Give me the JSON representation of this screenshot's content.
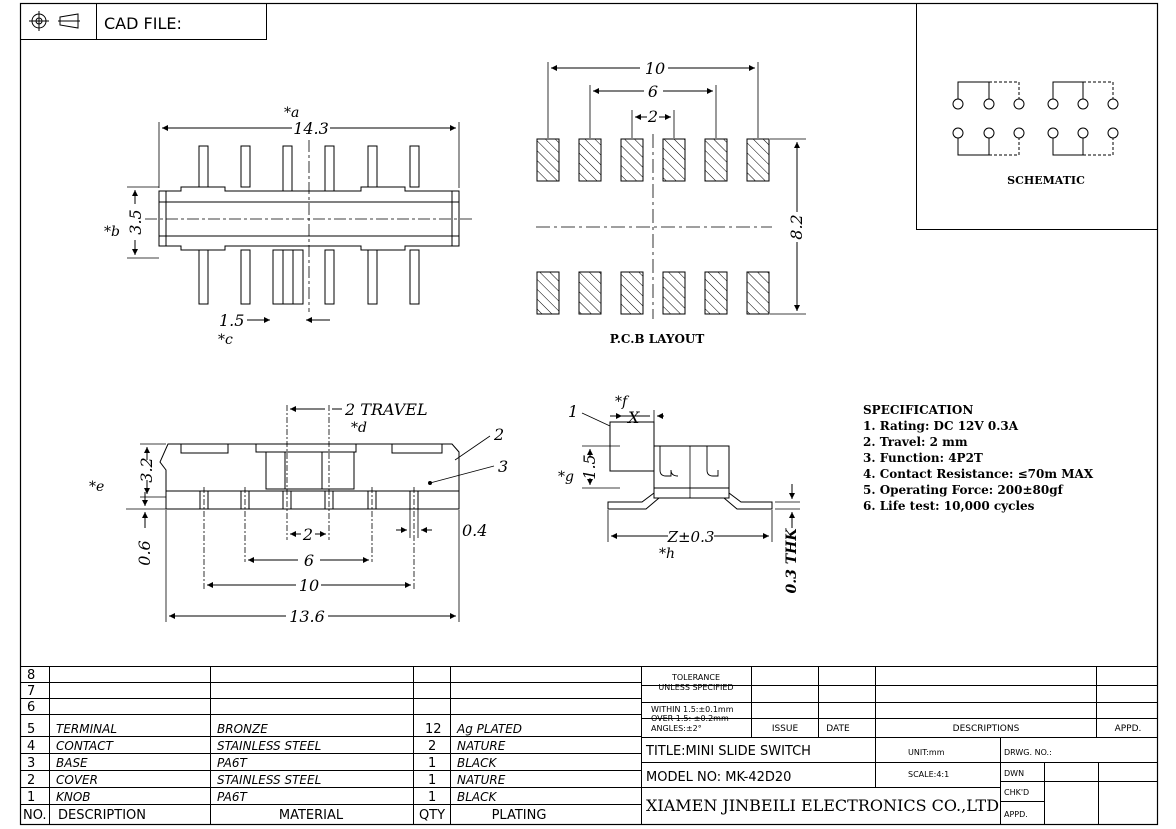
{
  "header": {
    "cad_file_label": "CAD FILE:"
  },
  "top_view": {
    "width_dim": "14.3",
    "width_ref": "*a",
    "height_dim": "3.5",
    "height_ref": "*b",
    "knob_dim": "1.5",
    "knob_ref": "*c"
  },
  "pcb_layout": {
    "title": "P.C.B LAYOUT",
    "dim_outer": "10",
    "dim_middle": "6",
    "dim_pitch": "2",
    "dim_rows": "8.2"
  },
  "schematic": {
    "title": "SCHEMATIC"
  },
  "front_view": {
    "travel": "2 TRAVEL",
    "travel_ref": "*d",
    "height_dim": "3.2",
    "height_ref": "*e",
    "base_dim": "0.6",
    "pin_dim": "0.4",
    "dim_pitch": "2",
    "dim_6": "6",
    "dim_10": "10",
    "dim_overall": "13.6",
    "callout_2": "2",
    "callout_3": "3"
  },
  "side_view": {
    "callout_1": "1",
    "x_ref": "*f",
    "x_label": "X",
    "height_dim": "1.5",
    "height_ref": "*g",
    "z_dim": "Z±0.3",
    "z_ref": "*h",
    "thk": "0.3 THK"
  },
  "specification": {
    "title": "SPECIFICATION",
    "items": [
      "1. Rating: DC 12V 0.3A",
      "2. Travel: 2 mm",
      "3. Function: 4P2T",
      "4. Contact Resistance: ≤70m MAX",
      "5. Operating Force: 200±80gf",
      "6. Life test: 10,000 cycles"
    ]
  },
  "bom": {
    "rows": [
      {
        "no": "8",
        "desc": "",
        "material": "",
        "qty": "",
        "plating": ""
      },
      {
        "no": "7",
        "desc": "",
        "material": "",
        "qty": "",
        "plating": ""
      },
      {
        "no": "6",
        "desc": "",
        "material": "",
        "qty": "",
        "plating": ""
      },
      {
        "no": "5",
        "desc": "TERMINAL",
        "material": "BRONZE",
        "qty": "12",
        "plating": "Ag PLATED"
      },
      {
        "no": "4",
        "desc": "CONTACT",
        "material": "STAINLESS STEEL",
        "qty": "2",
        "plating": "NATURE"
      },
      {
        "no": "3",
        "desc": "BASE",
        "material": "PA6T",
        "qty": "1",
        "plating": "BLACK"
      },
      {
        "no": "2",
        "desc": "COVER",
        "material": "STAINLESS STEEL",
        "qty": "1",
        "plating": "NATURE"
      },
      {
        "no": "1",
        "desc": "KNOB",
        "material": "PA6T",
        "qty": "1",
        "plating": "BLACK"
      }
    ],
    "header": {
      "no": "NO.",
      "desc": "DESCRIPTION",
      "material": "MATERIAL",
      "qty": "QTY",
      "plating": "PLATING"
    }
  },
  "title_block": {
    "tolerance_1": "TOLERANCE",
    "tolerance_2": "UNLESS SPECIFIED",
    "within": "WITHIN 1.5:±0.1mm",
    "over": "OVER 1.5:  ±0.2mm",
    "angles": "ANGLES:±2°",
    "issue": "ISSUE",
    "date": "DATE",
    "descriptions": "DESCRIPTIONS",
    "appd": "APPD.",
    "title": "TITLE:MINI SLIDE SWITCH",
    "model": "MODEL NO: MK-42D20",
    "company": "XIAMEN JINBEILI ELECTRONICS CO.,LTD",
    "unit": "UNIT:mm",
    "scale": "SCALE:4:1",
    "drwg_no": "DRWG. NO.:",
    "dwn": "DWN",
    "chkd": "CHK'D",
    "appd2": "APPD."
  }
}
